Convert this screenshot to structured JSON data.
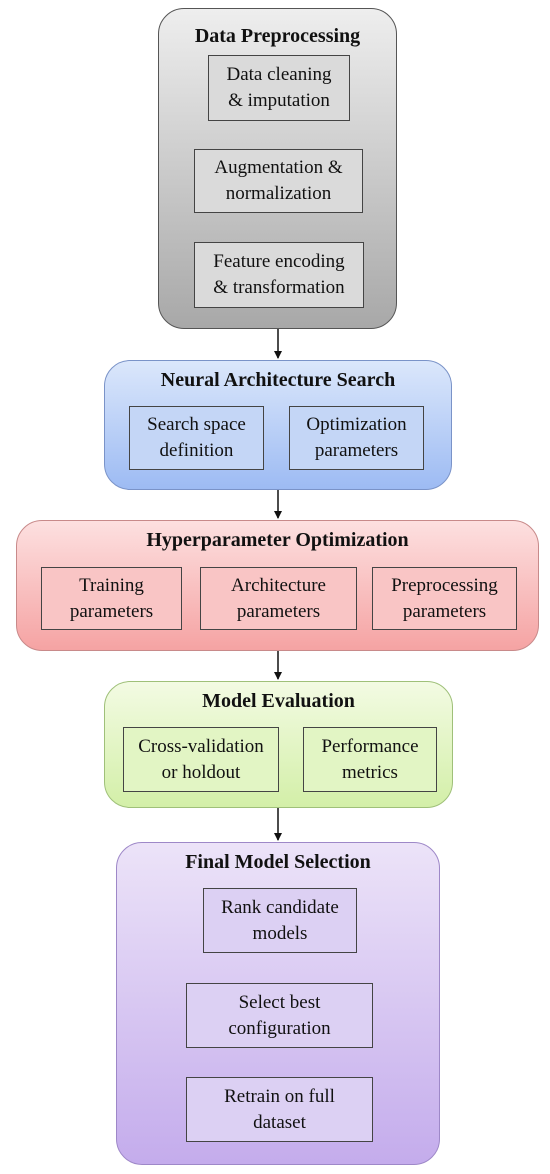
{
  "stages": {
    "data_preprocessing": {
      "title": "Data Preprocessing",
      "steps": [
        "Data cleaning\n& imputation",
        "Augmentation &\nnormalization",
        "Feature encoding\n& transformation"
      ]
    },
    "neural_architecture_search": {
      "title": "Neural Architecture Search",
      "components": [
        "Search space\ndefinition",
        "Optimization\nparameters"
      ]
    },
    "hyperparameter_optimization": {
      "title": "Hyperparameter Optimization",
      "components": [
        "Training\nparameters",
        "Architecture\nparameters",
        "Preprocessing\nparameters"
      ]
    },
    "model_evaluation": {
      "title": "Model Evaluation",
      "components": [
        "Cross-validation\nor holdout",
        "Performance\nmetrics"
      ]
    },
    "final_model_selection": {
      "title": "Final Model Selection",
      "steps": [
        "Rank candidate\nmodels",
        "Select best\nconfiguration",
        "Retrain on full\ndataset"
      ]
    }
  },
  "colors": {
    "preprocessing": "#a8a8a8",
    "nas": "#9dbbf3",
    "hpo": "#f5a3a3",
    "evaluation": "#d3efa8",
    "final": "#c4acec",
    "arrow": "#111111"
  }
}
